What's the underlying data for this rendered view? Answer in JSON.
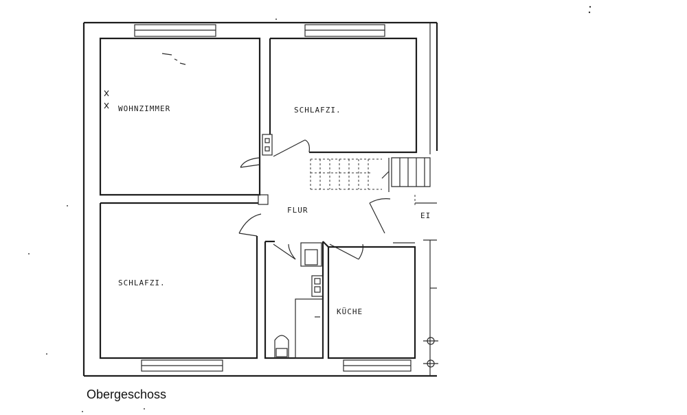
{
  "rooms": {
    "wohnzimmer": "WOHNZIMMER",
    "schlafzimmer_top": "SCHLAFZI.",
    "schlafzimmer_bottom": "SCHLAFZI.",
    "flur": "FLUR",
    "kueche": "KÜCHE",
    "cut_label": "EI"
  },
  "caption": "Obergeschoss"
}
